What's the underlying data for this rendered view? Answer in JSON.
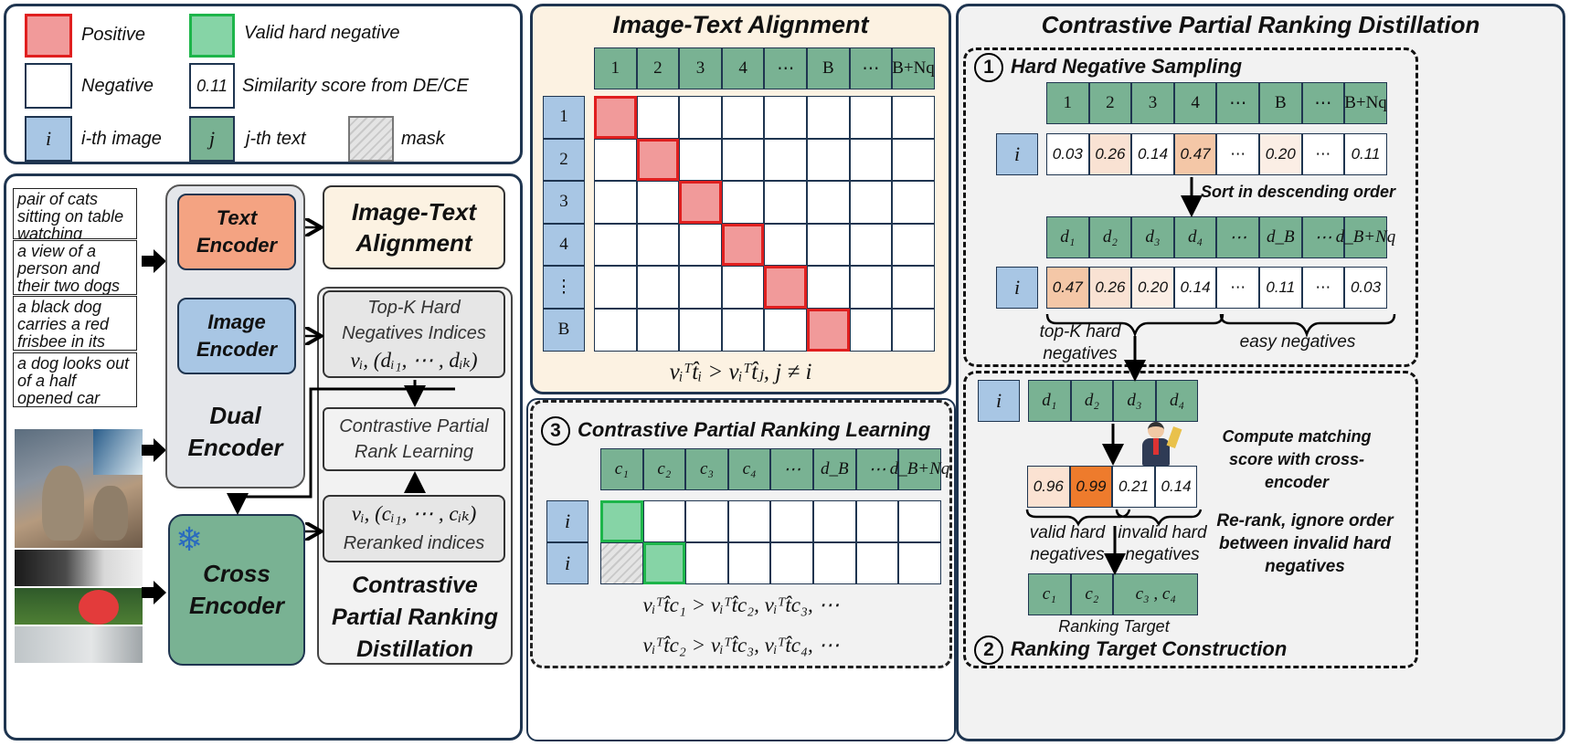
{
  "legend": {
    "positive": "Positive",
    "valid_hard_negative": "Valid hard negative",
    "negative": "Negative",
    "score_example": "0.11",
    "score_label": "Similarity score from DE/CE",
    "image_symbol": "i",
    "image_label": "i-th image",
    "text_symbol": "j",
    "text_label": "j-th text",
    "mask_label": "mask"
  },
  "pipeline": {
    "captions": [
      "pair of cats sitting on table watching television together.",
      "a view of a person and their two dogs in a boat in a lake.",
      "a black dog carries a red frisbee in its mouth.",
      "a dog looks out of a half opened car window."
    ],
    "text_encoder": "Text Encoder",
    "image_encoder": "Image Encoder",
    "dual_encoder": "Dual Encoder",
    "cross_encoder": "Cross Encoder",
    "ita": "Image-Text Alignment",
    "topk_line1": "Top-K Hard",
    "topk_line2": "Negatives Indices",
    "topk_formula": "vᵢ, (dᵢ₁, ⋯ , dᵢₖ)",
    "cprl_line1": "Contrastive Partial",
    "cprl_line2": "Rank Learning",
    "rerank_formula": "vᵢ, (cᵢ₁, ⋯ , cᵢₖ)",
    "rerank_label": "Reranked indices",
    "cprd_title": "Contrastive Partial Ranking Distillation"
  },
  "alignment": {
    "title": "Image-Text Alignment",
    "columns": [
      "1",
      "2",
      "3",
      "4",
      "⋯",
      "B",
      "⋯",
      "B+Nq"
    ],
    "rows": [
      "1",
      "2",
      "3",
      "4",
      "⋮",
      "B"
    ],
    "formula": "vᵢᵀt̂ᵢ > vᵢᵀt̂ⱼ, j ≠ i"
  },
  "cprl": {
    "number": "3",
    "title": "Contrastive Partial Ranking Learning",
    "columns": [
      "c₁",
      "c₂",
      "c₃",
      "c₄",
      "⋯",
      "d_B",
      "⋯",
      "d_B+Nq"
    ],
    "rows": [
      "i",
      "i"
    ],
    "formula1": "vᵢᵀt̂c₁ > vᵢᵀt̂c₂, vᵢᵀt̂c₃, ⋯",
    "formula2": "vᵢᵀt̂c₂ > vᵢᵀt̂c₃, vᵢᵀt̂c₄, ⋯"
  },
  "cprd": {
    "title": "Contrastive Partial Ranking Distillation",
    "hns_number": "1",
    "hns_title": "Hard Negative Sampling",
    "header": [
      "1",
      "2",
      "3",
      "4",
      "⋯",
      "B",
      "⋯",
      "B+Nq"
    ],
    "row_label": "i",
    "scores": [
      "0.03",
      "0.26",
      "0.14",
      "0.47",
      "⋯",
      "0.20",
      "⋯",
      "0.11"
    ],
    "sort_label": "Sort in descending order",
    "sorted_header": [
      "d₁",
      "d₂",
      "d₃",
      "d₄",
      "⋯",
      "d_B",
      "⋯",
      "d_B+Nq"
    ],
    "sorted_scores": [
      "0.47",
      "0.26",
      "0.20",
      "0.14",
      "⋯",
      "0.11",
      "⋯",
      "0.03"
    ],
    "topk_label": "top-K hard negatives",
    "easy_label": "easy negatives",
    "rtc_number": "2",
    "rtc_title": "Ranking Target Construction",
    "ce_header": [
      "d₁",
      "d₂",
      "d₃",
      "d₄"
    ],
    "compute_label": "Compute matching score with cross-encoder",
    "ce_scores": [
      "0.96",
      "0.99",
      "0.21",
      "0.14"
    ],
    "valid_label": "valid hard negatives",
    "invalid_label": "invalid hard negatives",
    "rerank_note": "Re-rank, ignore order between invalid hard negatives",
    "target": [
      "c₁",
      "c₂",
      "c₃ , c₄"
    ],
    "target_label": "Ranking Target"
  }
}
